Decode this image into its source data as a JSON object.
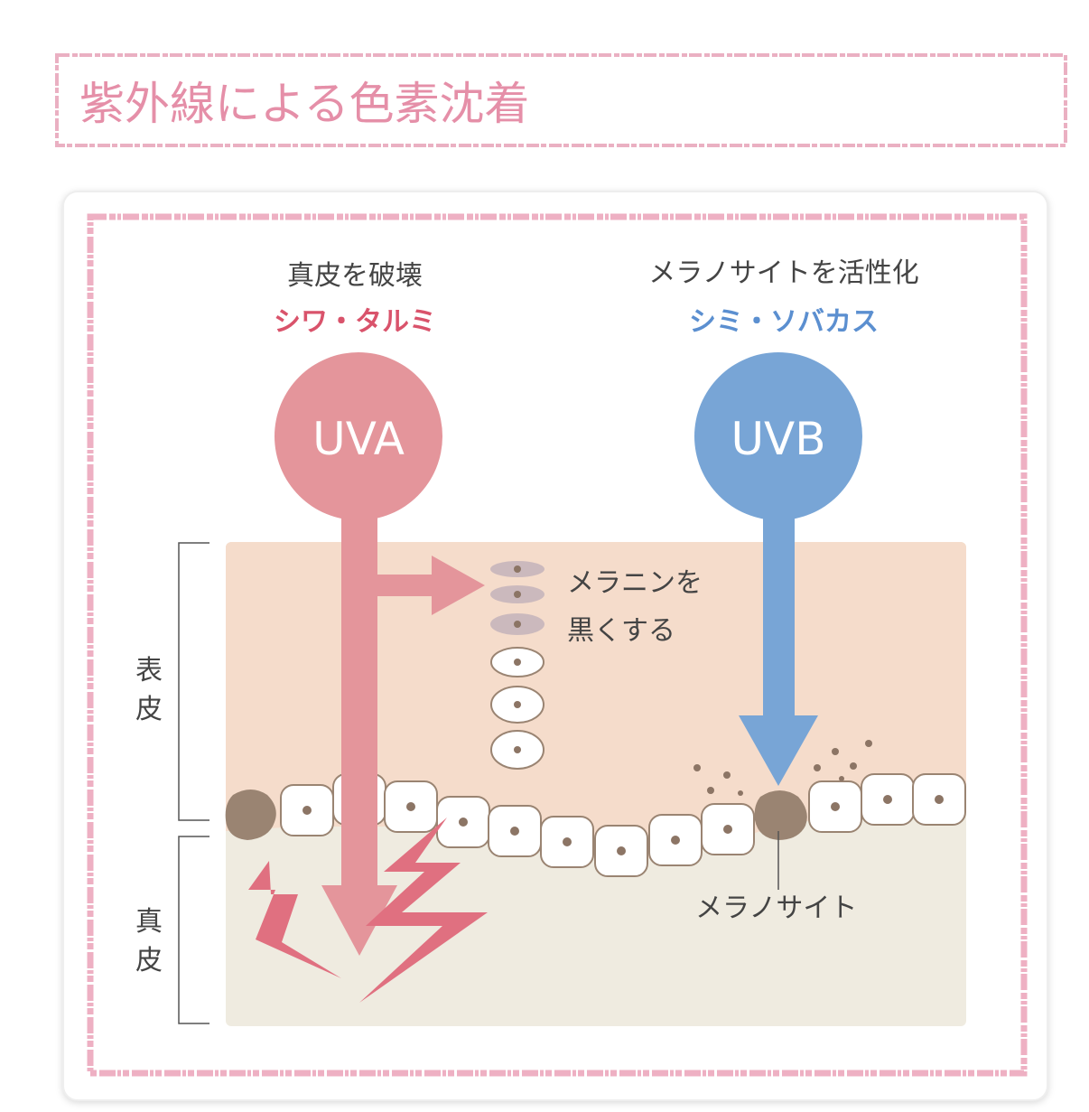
{
  "title": "紫外線による色素沈着",
  "uva": {
    "effect": "真皮を破壊",
    "result": "シワ・タルミ",
    "label": "UVA"
  },
  "uvb": {
    "effect": "メラノサイトを活性化",
    "result": "シミ・ソバカス",
    "label": "UVB"
  },
  "melanin_note": {
    "line1": "メラニンを",
    "line2": "黒くする"
  },
  "melanocyte_label": "メラノサイト",
  "layers": {
    "epidermis": [
      "表",
      "皮"
    ],
    "dermis": [
      "真",
      "皮"
    ]
  },
  "colors": {
    "frame_pink": "#e9a3b8",
    "title_pink": "#e58fa8",
    "uva": "#e4959b",
    "uva_text": "#d9536b",
    "uvb": "#78a5d6",
    "uvb_text": "#5b8fd0",
    "epidermis": "#f5dccb",
    "dermis": "#efebe0",
    "melanocyte": "#9a8472",
    "bolt": "#e07080"
  }
}
